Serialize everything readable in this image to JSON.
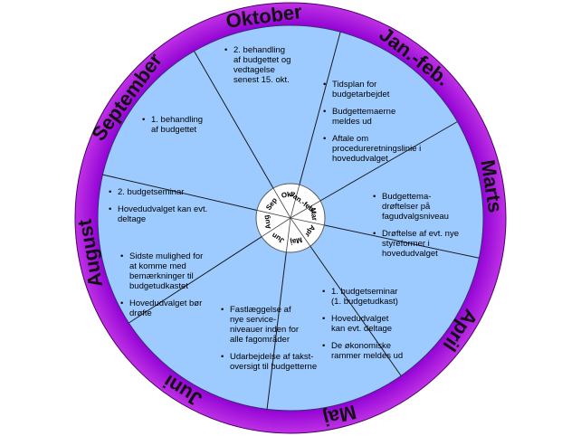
{
  "diagram": {
    "colors": {
      "ring_outer": "#c235e6",
      "ring_inner": "#8f00d3",
      "disc": "#9ecbff",
      "hub": "#ffffff",
      "lines": "#1a1a1a"
    },
    "segments": [
      {
        "month": "Jan.-feb.",
        "hub": "Jan.-feb.",
        "items": [
          "Tidsplan for\nbudgetarbejdet",
          "Budgettemaerne\nmeldes ud",
          "Aftale om\nprocedureretningslinie  i\nhovedudvalget"
        ]
      },
      {
        "month": "Marts",
        "hub": "Mar",
        "items": [
          "Budgettema-\ndrøftelser på\nfagudvalgsniveau",
          "Drøftelse af evt. nye\nstyreformer  i\nhovedudvalget"
        ]
      },
      {
        "month": "April",
        "hub": "Apr",
        "items": [
          "1. budgetseminar\n(1. budgetudkast)",
          "Hovedudvalget\nkan evt. deltage",
          "De økonomiske\nrammer  meldes ud"
        ]
      },
      {
        "month": "Maj",
        "hub": "Maj",
        "items": [
          "Fastlæggelse af\nnye service-\nniveauer inden for\nalle fagområder",
          "Udarbejdelse af takst-\noversigt til budgetterne"
        ]
      },
      {
        "month": "Juni",
        "hub": "Jun",
        "items": [
          "Sidste mulighed  for\nat komme  med\nbemærkninger  til\nbudgetudkastet",
          "Hovedudvalget bør\ndrøfte"
        ]
      },
      {
        "month": "August",
        "hub": "Aug",
        "items": [
          "2. budgetseminar",
          "Hovedudvalget kan evt.\ndeltage"
        ]
      },
      {
        "month": "September",
        "hub": "Sep",
        "items": [
          "1. behandling\naf budgettet"
        ]
      },
      {
        "month": "Oktober",
        "hub": "Okt",
        "items": [
          "2. behandling\naf budgettet og\nvedtagelse\nsenest 15. okt."
        ]
      }
    ]
  }
}
